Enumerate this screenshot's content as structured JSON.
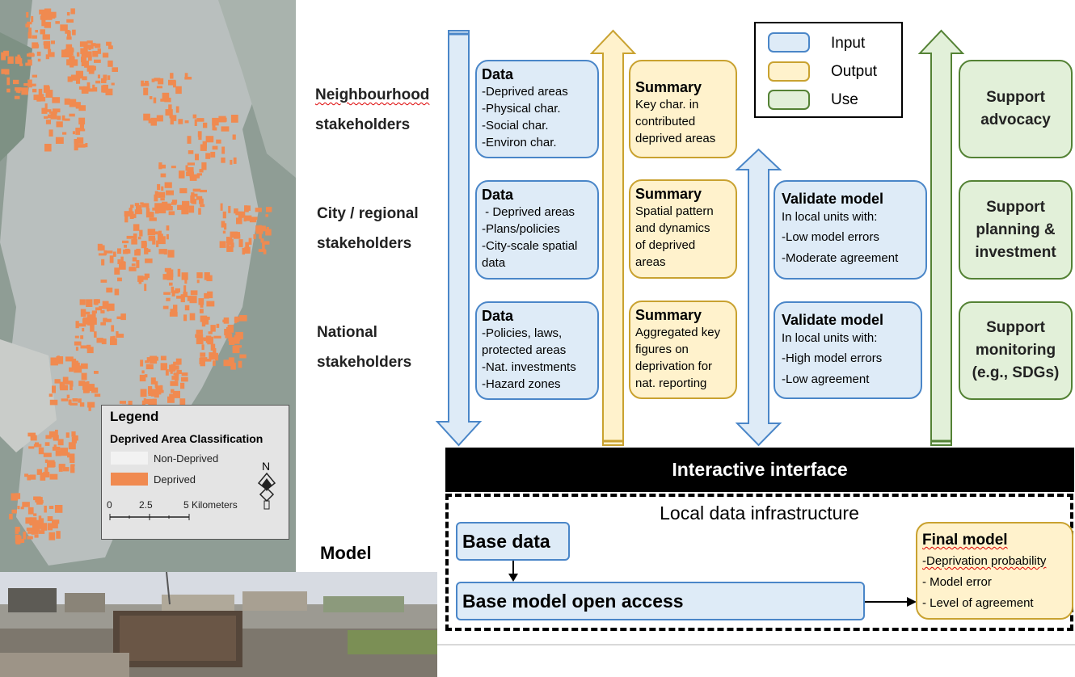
{
  "legend": {
    "title": "Legend",
    "subtitle": "Deprived Area Classification",
    "items": [
      {
        "label": "Non-Deprived",
        "color": "#f2f2f2"
      },
      {
        "label": "Deprived",
        "color": "#f08a50"
      }
    ],
    "north": "N",
    "scale": {
      "t0": "0",
      "t1": "2.5",
      "t2": "5 Kilometers"
    }
  },
  "stakeholders": {
    "neighbourhood": {
      "line1": "Neighbourhood",
      "line2": "stakeholders"
    },
    "city": {
      "line1": "City / regional",
      "line2": "stakeholders"
    },
    "national": {
      "line1": "National",
      "line2": "stakeholders"
    }
  },
  "data_boxes": [
    {
      "title": "Data",
      "lines": [
        "-Deprived areas",
        "-Physical char.",
        "-Social char.",
        "-Environ char."
      ]
    },
    {
      "title": "Data",
      "lines": [
        " - Deprived areas",
        "-Plans/policies",
        "-City-scale spatial",
        "data"
      ]
    },
    {
      "title": "Data",
      "lines": [
        "-Policies, laws,",
        "protected areas",
        "-Nat. investments",
        "-Hazard zones"
      ]
    }
  ],
  "summary_boxes": [
    {
      "title": "Summary",
      "lines": [
        "Key char. in",
        "contributed",
        "deprived areas"
      ]
    },
    {
      "title": "Summary",
      "lines": [
        "Spatial pattern",
        "and dynamics",
        "of deprived",
        "areas"
      ]
    },
    {
      "title": "Summary",
      "lines": [
        "Aggregated key",
        "figures on",
        "deprivation for",
        "nat. reporting"
      ]
    }
  ],
  "validate_boxes": [
    {
      "title": "Validate model",
      "intro": "In local units with:",
      "lines": [
        "-Low model errors",
        "-Moderate agreement"
      ]
    },
    {
      "title": "Validate model",
      "intro": "In local units with:",
      "lines": [
        "-High model errors",
        "-Low agreement"
      ]
    }
  ],
  "use_boxes": [
    {
      "lines": [
        "Support",
        "advocacy"
      ]
    },
    {
      "lines": [
        "Support",
        "planning &",
        "investment"
      ]
    },
    {
      "lines": [
        "Support",
        "monitoring",
        "(e.g., SDGs)"
      ]
    }
  ],
  "key": {
    "input": "Input",
    "output": "Output",
    "use": "Use"
  },
  "interface_label": "Interactive interface",
  "infrastructure_label": "Local data infrastructure",
  "model_label": "Model",
  "base_data": "Base data",
  "base_model": "Base model open access",
  "final_model": {
    "title": "Final model",
    "lines": [
      "-Deprivation probability",
      "- Model error",
      "- Level of agreement"
    ]
  },
  "colors": {
    "input_fill": "#deebf7",
    "input_border": "#4a86c8",
    "output_fill": "#fff2cc",
    "output_border": "#c9a230",
    "use_fill": "#e2f0d9",
    "use_border": "#548235",
    "deprived": "#f08a50"
  }
}
